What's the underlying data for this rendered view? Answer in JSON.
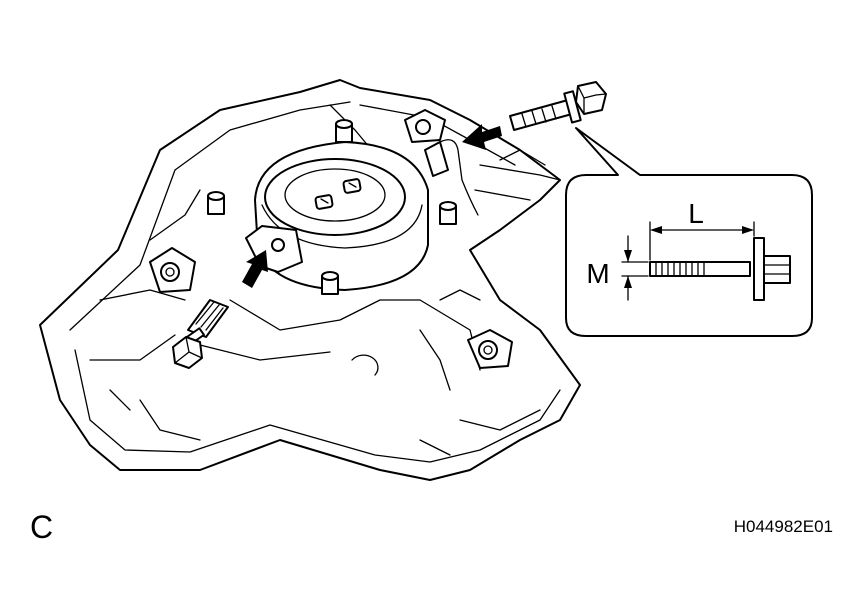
{
  "figure_label": "C",
  "figure_code": "H044982E01",
  "inset": {
    "length_label": "L",
    "diameter_label": "M"
  },
  "icons": [
    "steering-pad-drawing",
    "bolt-icon",
    "arrow-icon"
  ]
}
